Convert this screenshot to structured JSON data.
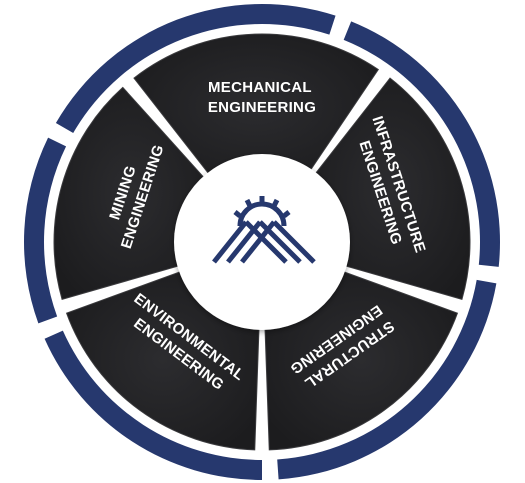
{
  "diagram": {
    "colors": {
      "outer_ring": "#26386e",
      "segment": "#252527",
      "segment_edge": "#3b3b3e",
      "center_fill": "#ffffff",
      "logo": "#26386e",
      "label_text": "#ffffff"
    },
    "segments": [
      {
        "id": "mechanical",
        "lines": [
          "MECHANICAL",
          "ENGINEERING"
        ]
      },
      {
        "id": "infrastructure",
        "lines": [
          "INFRASTRUCTURE",
          "ENGINEERING"
        ]
      },
      {
        "id": "structural",
        "lines": [
          "STRUCTURAL",
          "ENGINEERING"
        ]
      },
      {
        "id": "environmental",
        "lines": [
          "ENVIRONMENTAL",
          "ENGINEERING"
        ]
      },
      {
        "id": "mining",
        "lines": [
          "MINING",
          "ENGINEERING"
        ]
      }
    ],
    "center_logo": {
      "icon": "gear-mountain-logo-icon"
    }
  }
}
